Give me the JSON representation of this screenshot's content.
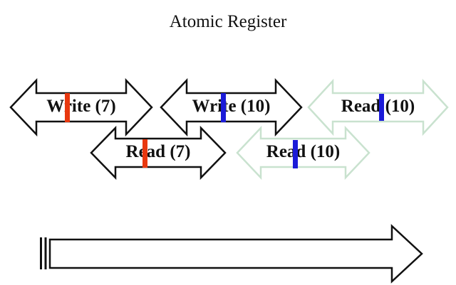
{
  "title": "Atomic Register",
  "colors": {
    "background": "#ffffff",
    "black_outline": "#111111",
    "pale_outline": "#c9e2cf",
    "arrow_fill": "#ffffff",
    "red_marker": "#e8380f",
    "blue_marker": "#1b1bd8"
  },
  "operations": [
    {
      "label": "Write (7)",
      "outline_color": "#111111",
      "marker_color": "#e8380f"
    },
    {
      "label": "Write (10)",
      "outline_color": "#111111",
      "marker_color": "#1b1bd8"
    },
    {
      "label": "Read (10)",
      "outline_color": "#c9e2cf",
      "marker_color": "#1b1bd8"
    },
    {
      "label": "Read (7)",
      "outline_color": "#111111",
      "marker_color": "#e8380f"
    },
    {
      "label": "Read (10)",
      "outline_color": "#c9e2cf",
      "marker_color": "#1b1bd8"
    }
  ],
  "timeline": {
    "outline_color": "#111111",
    "start_marker_color": "#111111"
  }
}
